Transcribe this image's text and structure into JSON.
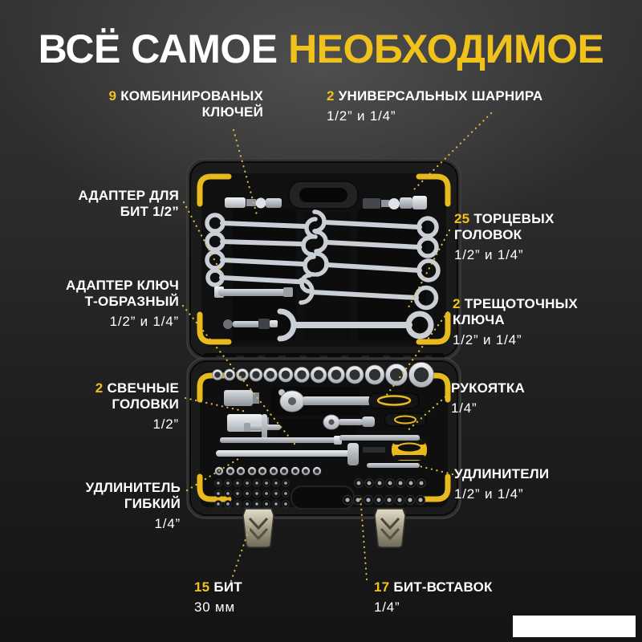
{
  "colors": {
    "accent": "#f2c21c",
    "connector_dots": "#d9b742",
    "background_top": "#3a3a3a",
    "background_bottom": "#141414",
    "text": "#ffffff",
    "watermark": "#ffffff"
  },
  "title": {
    "part_white": "ВСЁ САМОЕ",
    "part_yellow": "НЕОБХОДИМОЕ"
  },
  "callouts": [
    {
      "id": "combo-wrenches",
      "number": "9",
      "label": "КОМБИНИРОВАНЫХ КЛЮЧЕЙ",
      "size": ""
    },
    {
      "id": "universal-joints",
      "number": "2",
      "label": "УНИВЕРСАЛЬНЫХ ШАРНИРА",
      "size": "1/2” и 1/4”"
    },
    {
      "id": "bit-adapter",
      "number": "",
      "label": "АДАПТЕР ДЛЯ БИТ 1/2”",
      "size": ""
    },
    {
      "id": "socket-heads",
      "number": "25",
      "label": "ТОРЦЕВЫХ ГОЛОВОК",
      "size": "1/2” и 1/4”"
    },
    {
      "id": "t-adapter",
      "number": "",
      "label": "АДАПТЕР КЛЮЧ Т-ОБРАЗНЫЙ",
      "size": "1/2” и 1/4”"
    },
    {
      "id": "ratchet-wrenches",
      "number": "2",
      "label": "ТРЕЩОТОЧНЫХ КЛЮЧА",
      "size": "1/2” и 1/4”"
    },
    {
      "id": "spark-plug-sockets",
      "number": "2",
      "label": "СВЕЧНЫЕ ГОЛОВКИ",
      "size": "1/2”"
    },
    {
      "id": "handle-grip",
      "number": "",
      "label": "РУКОЯТКА",
      "size": "1/4”"
    },
    {
      "id": "flexible-extension",
      "number": "",
      "label": "УДЛИНИТЕЛЬ ГИБКИЙ",
      "size": "1/4”"
    },
    {
      "id": "extensions",
      "number": "",
      "label": "УДЛИНИТЕЛИ",
      "size": "1/2” и 1/4”"
    },
    {
      "id": "bits",
      "number": "15",
      "label": "БИТ",
      "size": "30 мм"
    },
    {
      "id": "bit-inserts",
      "number": "17",
      "label": "БИТ-ВСТАВОК",
      "size": "1/4”"
    }
  ]
}
